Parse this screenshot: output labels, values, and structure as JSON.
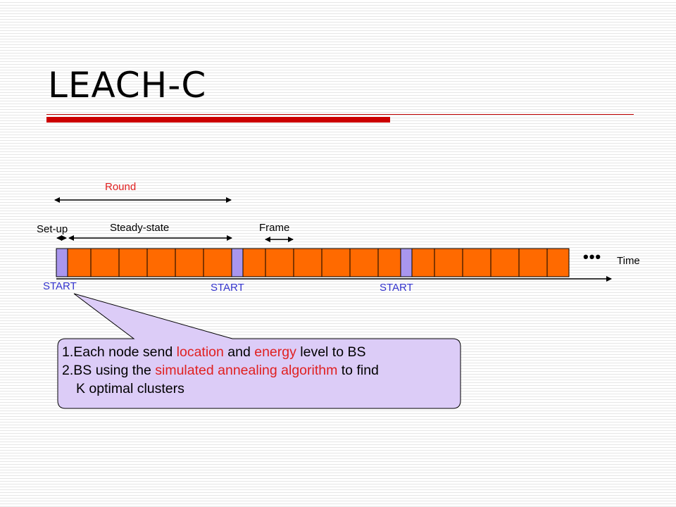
{
  "title": "LEACH-C",
  "labels": {
    "round": "Round",
    "setup": "Set-up",
    "steady_state": "Steady-state",
    "frame": "Frame",
    "time": "Time",
    "ellipsis": "•••",
    "start_1": "START",
    "start_2": "START",
    "start_3": "START"
  },
  "callout": {
    "item1_a": "1.Each node send ",
    "item1_b": "location",
    "item1_c": " and ",
    "item1_d": "energy",
    "item1_e": " level to BS",
    "item2_a": "2.BS using the ",
    "item2_b": "simulated annealing algorithm",
    "item2_c": " to find",
    "item2_d": "K optimal clusters"
  },
  "colors": {
    "accent": "#cc0000",
    "frame_fill": "#ff6a00",
    "setup_fill": "#a996ee",
    "callout_fill": "#dcccf7",
    "label_red": "#e02020",
    "label_blue": "#3333cc"
  }
}
